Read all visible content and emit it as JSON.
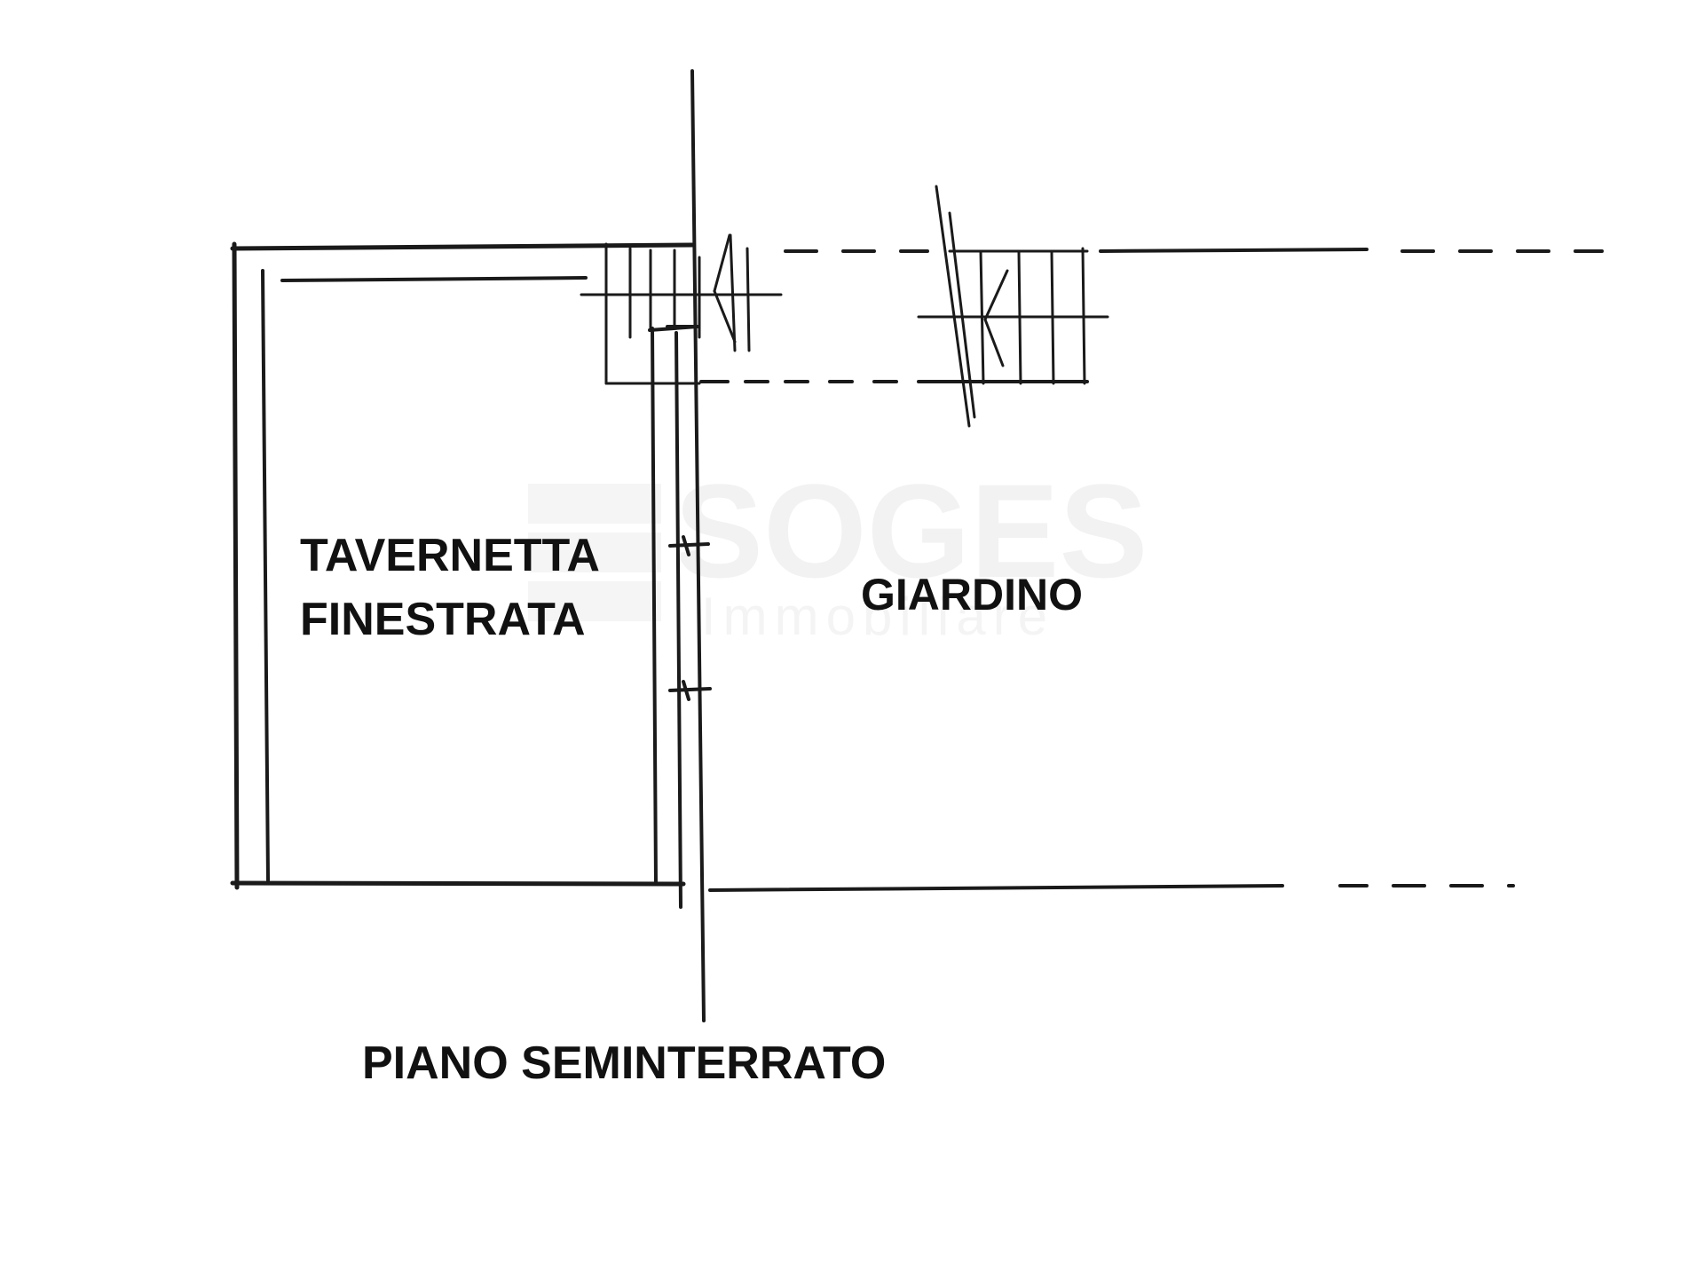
{
  "plan": {
    "room_label_line1": "TAVERNETTA",
    "room_label_line2": "FINESTRATA",
    "garden_label": "GIARDINO",
    "floor_label": "PIANO SEMINTERRATO",
    "watermark_text": "SOGES Immobiliare"
  },
  "colors": {
    "line": "#1a1a1a",
    "text": "#111111",
    "watermark": "#e8e8e8",
    "background": "#ffffff"
  }
}
